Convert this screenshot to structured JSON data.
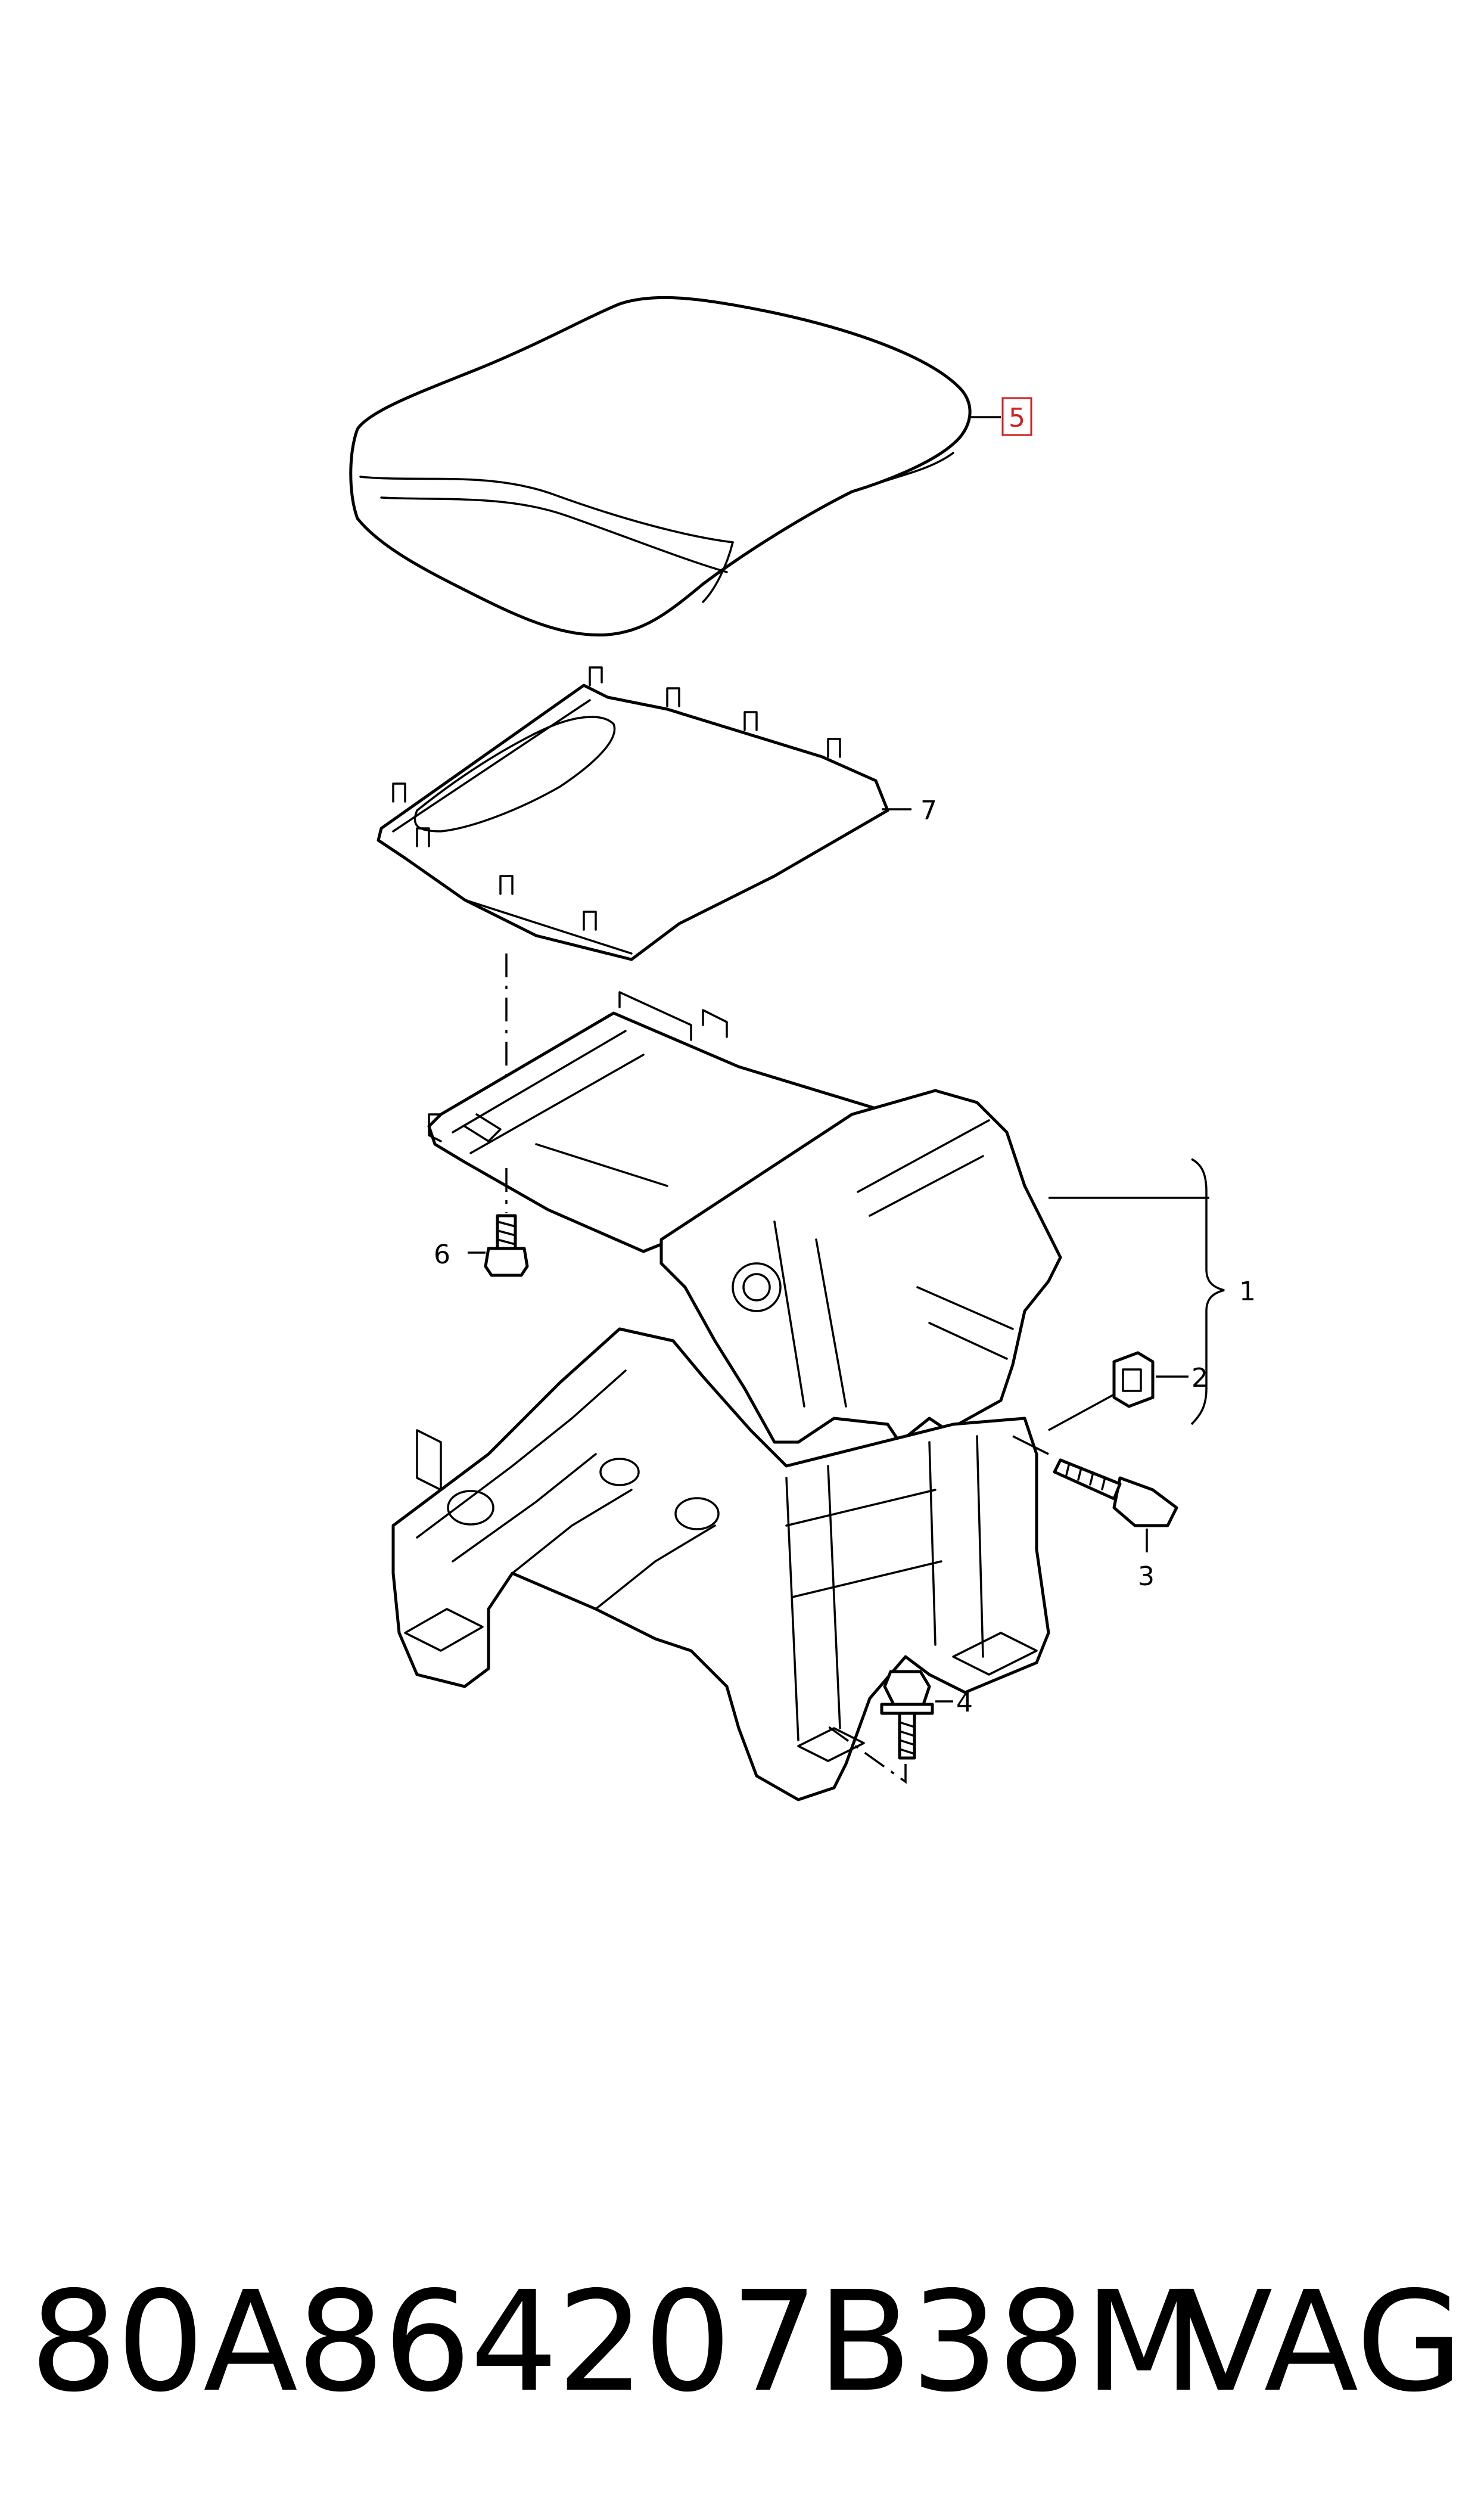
{
  "diagram": {
    "callouts": {
      "c1": "1",
      "c2": "2",
      "c3": "3",
      "c4": "4",
      "c5": "5",
      "c6": "6",
      "c7": "7"
    },
    "highlight_color": "#cc2222"
  },
  "footer": {
    "part_number": "80A864207B38M",
    "brand": "VAG"
  }
}
